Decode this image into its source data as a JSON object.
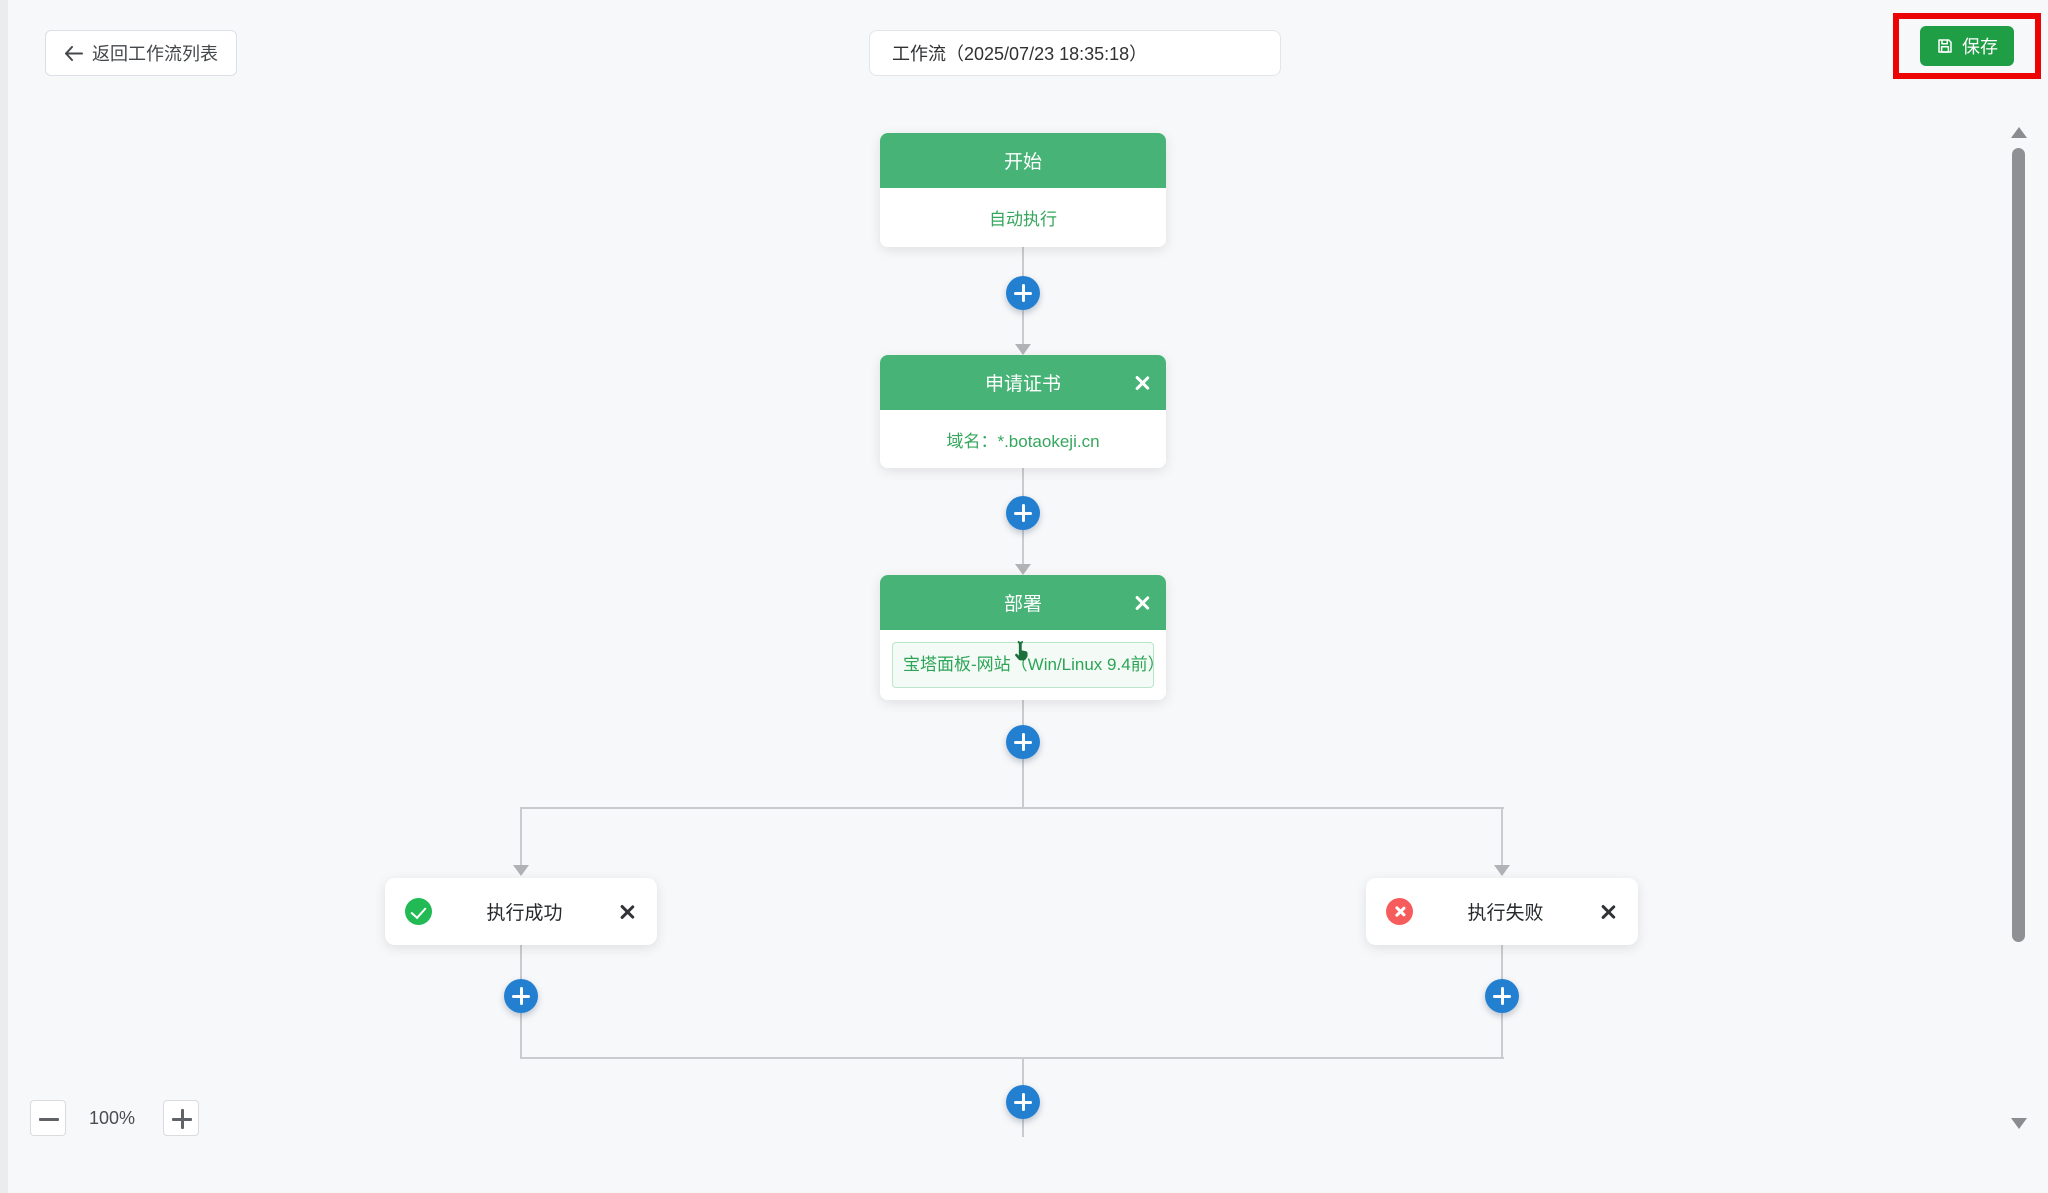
{
  "header": {
    "back_label": "返回工作流列表",
    "title_value": "工作流（2025/07/23 18:35:18）",
    "save_label": "保存"
  },
  "nodes": {
    "start": {
      "title": "开始",
      "subtitle": "自动执行"
    },
    "cert": {
      "title": "申请证书",
      "subtitle": "域名：*.botaokeji.cn"
    },
    "deploy": {
      "title": "部署",
      "subtitle": "宝塔面板-网站（Win/Linux 9.4前）"
    },
    "success": {
      "label": "执行成功"
    },
    "fail": {
      "label": "执行失败"
    }
  },
  "zoom_control": {
    "level": "100%"
  },
  "icons": {
    "back": "arrow-left-icon",
    "save": "floppy-disk-icon",
    "add": "plus-circle-icon",
    "close": "x-icon",
    "success": "check-circle-icon",
    "fail": "x-circle-icon",
    "cursor": "hand-pointer-icon"
  },
  "colors": {
    "node_green": "#47b377",
    "save_green": "#1f9e45",
    "plus_blue": "#2380d1",
    "success_green": "#21ba55",
    "fail_red": "#f75c5c",
    "highlight_red": "#ec0404",
    "line_gray": "#c9cbce"
  }
}
